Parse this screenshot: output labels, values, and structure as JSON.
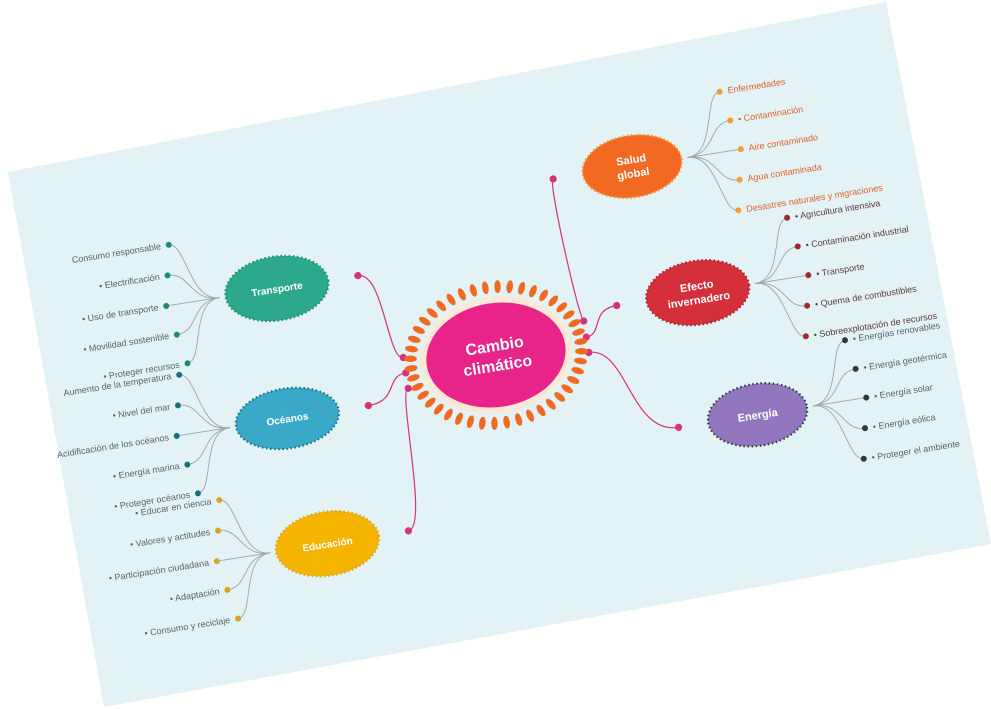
{
  "colors": {
    "paper": "#e3f2f5",
    "center": "#e8248a",
    "center_ring": "#f26a21",
    "connector": "#d5317c",
    "leaf_line": "#9aa7ad"
  },
  "center": {
    "title_line1": "Cambio",
    "title_line2": "climático"
  },
  "branches": [
    {
      "id": "left-1",
      "title_line1": "Transporte",
      "title_line2": "",
      "color": "#2ba98a",
      "bullet": "#1f8a6f",
      "leaves": [
        "Consumo responsable",
        "• Electrificación",
        "• Uso de transporte",
        "• Movilidad sostenible",
        "• Proteger recursos"
      ]
    },
    {
      "id": "left-2",
      "title_line1": "Océanos",
      "title_line2": "",
      "color": "#3aa9c7",
      "bullet": "#17707f",
      "leaves": [
        "Aumento de la temperatura",
        "• Nivel del mar",
        "Acidificación de los océanos",
        "• Energía marina",
        "• Proteger océanos"
      ]
    },
    {
      "id": "left-3",
      "title_line1": "Educación",
      "title_line2": "",
      "color": "#f4b400",
      "bullet": "#d9a520",
      "leaves": [
        "• Educar en ciencia",
        "• Valores y actitudes",
        "• Participación ciudadana",
        "• Adaptación",
        "• Consumo y reciclaje"
      ]
    },
    {
      "id": "right-1",
      "title_line1": "Salud",
      "title_line2": "global",
      "color": "#f26a21",
      "bullet": "#f39c3c",
      "leaves": [
        "Enfermedades",
        "• Contaminación",
        "Aire contaminado",
        "Agua contaminada",
        "Desastres naturales y migraciones"
      ]
    },
    {
      "id": "right-2",
      "title_line1": "Efecto",
      "title_line2": "invernadero",
      "color": "#d42f3a",
      "bullet": "#a1262e",
      "leaves": [
        "• Agricultura intensiva",
        "• Contaminación industrial",
        "• Transporte",
        "• Quema de combustibles",
        "• Sobreexplotación de recursos"
      ]
    },
    {
      "id": "right-3",
      "title_line1": "Energía",
      "title_line2": "",
      "color": "#9377be",
      "bullet": "#2e3a40",
      "leaves": [
        "• Energías renovables",
        "• Energía geotérmica",
        "• Energía solar",
        "• Energía eólica",
        "• Proteger el ambiente"
      ]
    }
  ]
}
